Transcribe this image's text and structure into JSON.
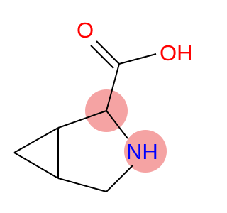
{
  "molecule": {
    "atoms": {
      "carbonyl_oxygen": {
        "label": "O",
        "color": "#ff0000"
      },
      "hydroxyl": {
        "label": "OH",
        "color": "#ff0000"
      },
      "amine": {
        "label": "NH",
        "color": "#0000ff"
      }
    },
    "colors": {
      "bond": "#000000",
      "highlight": "#f5a3a3"
    }
  }
}
